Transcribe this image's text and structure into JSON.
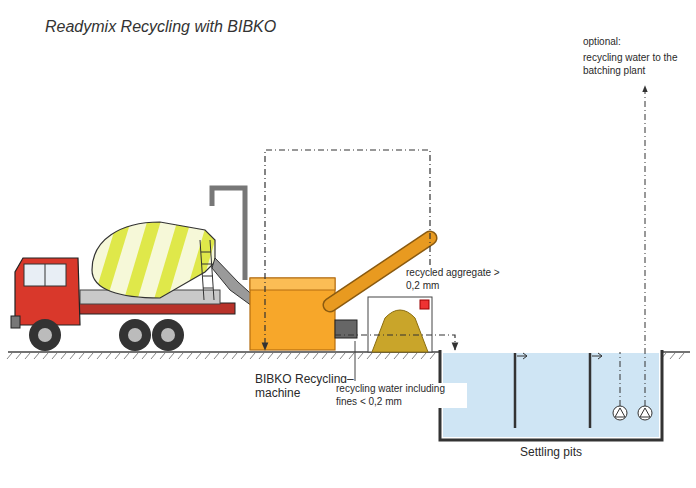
{
  "diagram": {
    "title": "Readymix Recycling with BIBKO",
    "nodes": [
      {
        "text": [
          "BIBKO Recycling–machine"
        ]
      },
      {
        "text": [
          "Settling pits"
        ]
      }
    ],
    "edges": [
      {
        "from": 0,
        "to": 1,
        "arrow": "to"
      },
      {
        "from": 1,
        "to": 0,
        "arrow": "to"
      }
    ],
    "labels": [
      "optional:",
      "recycling water to the batching plant",
      "recycled aggregate > 0,2 mm",
      "recycling water including fines < 0,2 mm"
    ]
  }
}
